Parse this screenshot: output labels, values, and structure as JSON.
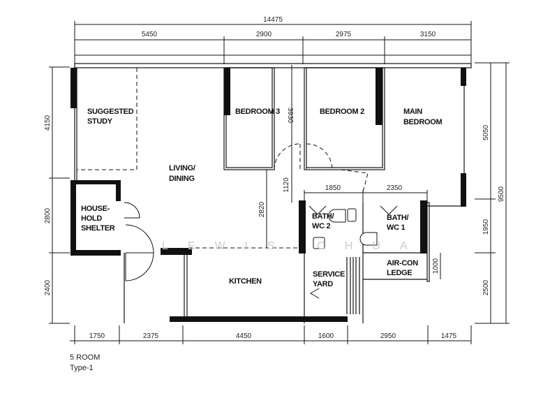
{
  "plan": {
    "rooms": {
      "suggested_study": [
        "SUGGESTED",
        "STUDY"
      ],
      "living_dining": [
        "LIVING/",
        "DINING"
      ],
      "bedroom3": "BEDROOM 3",
      "bedroom2": "BEDROOM 2",
      "main_bedroom": [
        "MAIN",
        "BEDROOM"
      ],
      "household_shelter": [
        "HOUSE-",
        "HOLD",
        "SHELTER"
      ],
      "bath_wc2": [
        "BATH/",
        "WC 2"
      ],
      "bath_wc1": [
        "BATH/",
        "WC 1"
      ],
      "kitchen": "KITCHEN",
      "service_yard": [
        "SERVICE",
        "YARD"
      ],
      "aircon_ledge": [
        "AIR-CON",
        "LEDGE"
      ]
    },
    "dimensions": {
      "top_total": "14475",
      "top": [
        "5450",
        "2900",
        "2975",
        "3150"
      ],
      "left": [
        "4150",
        "2800",
        "2400"
      ],
      "right": [
        "5050",
        "1950",
        "2500"
      ],
      "right_total": "9500",
      "bottom": [
        "1750",
        "2375",
        "4450",
        "1600",
        "2950",
        "1475"
      ],
      "inner": {
        "bedroom3_depth": "3930",
        "corridor": "1120",
        "living": "2820",
        "bath2_width": "1850",
        "bath1_width": "2350",
        "ledge": "1000"
      }
    },
    "caption": [
      "5 ROOM",
      "Type-1"
    ],
    "watermark": "LEWIS CHUA"
  }
}
